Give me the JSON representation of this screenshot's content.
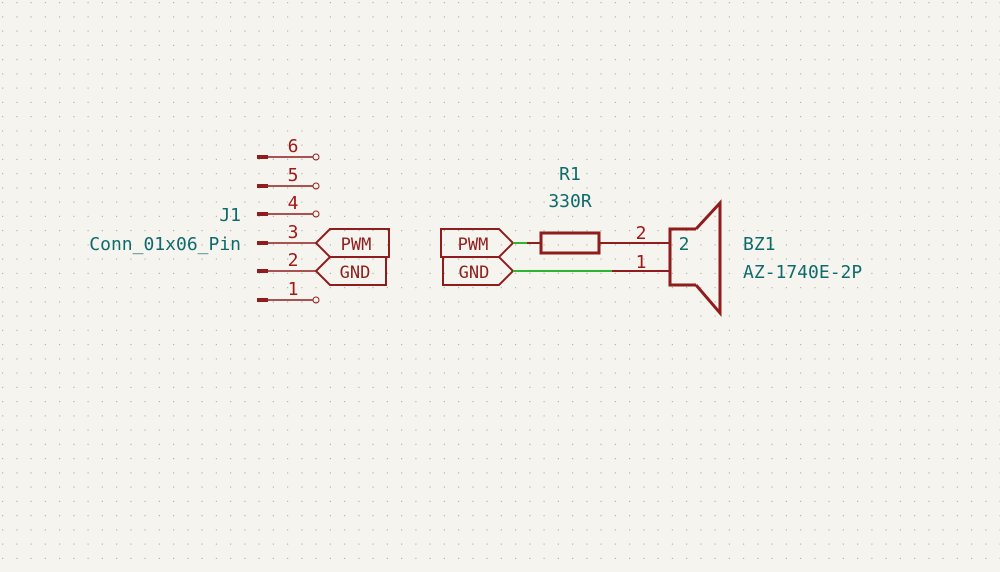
{
  "colors": {
    "background": "#f5f4ef",
    "grid": "#b7b5ae",
    "symbol": "#8f1d1d",
    "pin_number": "#a01818",
    "ref_text": "#0f6b6b",
    "wire": "#2fb52f",
    "label_text": "#8f1d1d"
  },
  "components": {
    "j1": {
      "reference": "J1",
      "value": "Conn_01x06_Pin",
      "pins": [
        {
          "number": "6",
          "net": null
        },
        {
          "number": "5",
          "net": null
        },
        {
          "number": "4",
          "net": null
        },
        {
          "number": "3",
          "net": "PWM"
        },
        {
          "number": "2",
          "net": "GND"
        },
        {
          "number": "1",
          "net": null
        }
      ]
    },
    "r1": {
      "reference": "R1",
      "value": "330R",
      "pin_left": "",
      "pin_right": "2"
    },
    "bz1": {
      "reference": "BZ1",
      "value": "AZ-1740E-2P",
      "inner_pin_label": "2",
      "pins": [
        {
          "number": "2"
        },
        {
          "number": "1"
        }
      ]
    }
  },
  "labels": {
    "j1_pwm": "PWM",
    "j1_gnd": "GND",
    "left_pwm": "PWM",
    "left_gnd": "GND"
  }
}
